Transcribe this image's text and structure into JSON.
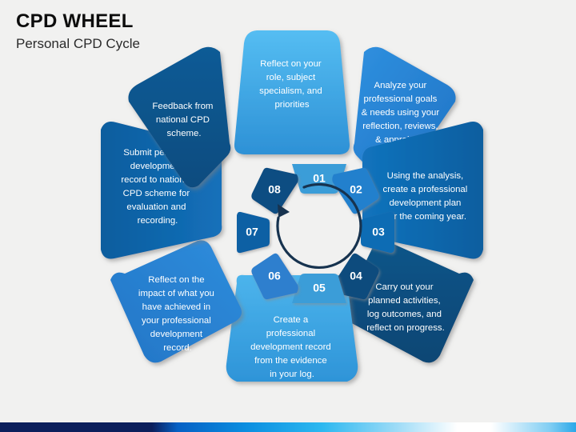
{
  "header": {
    "title": "CPD WHEEL",
    "subtitle": "Personal CPD Cycle"
  },
  "colors": {
    "background": "#f1f1f0",
    "petal_light": "#41ade9",
    "petal_mid": "#2189dd",
    "petal_blue": "#0f72bf",
    "petal_dark": "#0a5a96",
    "petal_navy": "#094f82",
    "petal_deep": "#0b5590",
    "arrow": "#17334f",
    "text_on_petal": "#ffffff",
    "bar_dark": "#0c1f5c",
    "bar_cyan": "#2cb8f0"
  },
  "wheel": {
    "center_arrow": "circular-arrow-clockwise",
    "steps": [
      {
        "number": "01",
        "color": "#40ade9",
        "badge_color": "#3b9dd8",
        "lines": [
          "Reflect on your",
          "role, subject",
          "specialism, and",
          "priorities"
        ]
      },
      {
        "number": "02",
        "color": "#2189dd",
        "badge_color": "#2480cd",
        "lines": [
          "Analyze your",
          "professional goals",
          "& needs using your",
          "reflection, reviews,",
          "& appraisals."
        ]
      },
      {
        "number": "03",
        "color": "#0f72bf",
        "badge_color": "#0f6cb4",
        "lines": [
          "Using the analysis,",
          "create a professional",
          "development plan",
          "for the coming year."
        ]
      },
      {
        "number": "04",
        "color": "#0b5186",
        "badge_color": "#0c4c7d",
        "lines": [
          "Carry out your",
          "planned activities,",
          "log outcomes, and",
          "reflect on progress."
        ]
      },
      {
        "number": "05",
        "color": "#40ade9",
        "badge_color": "#3b9dd8",
        "lines": [
          "Create a",
          "professional",
          "development record",
          "from the evidence",
          "in your log."
        ]
      },
      {
        "number": "06",
        "color": "#2189dd",
        "badge_color": "#2f7fce",
        "lines": [
          "Reflect on the",
          "impact of what you",
          "have achieved in",
          "your professional",
          "development",
          "record."
        ]
      },
      {
        "number": "07",
        "color": "#0f72bf",
        "badge_color": "#1060a4",
        "lines": [
          "Submit personal",
          "development",
          "record to national",
          "CPD scheme for",
          "evaluation and",
          "recording."
        ]
      },
      {
        "number": "08",
        "color": "#0b5186",
        "badge_color": "#0d4e82",
        "lines": [
          "Feedback from",
          "national CPD",
          "scheme."
        ]
      }
    ]
  },
  "bottom_bar": {
    "label": "decorative-gradient-bar"
  }
}
